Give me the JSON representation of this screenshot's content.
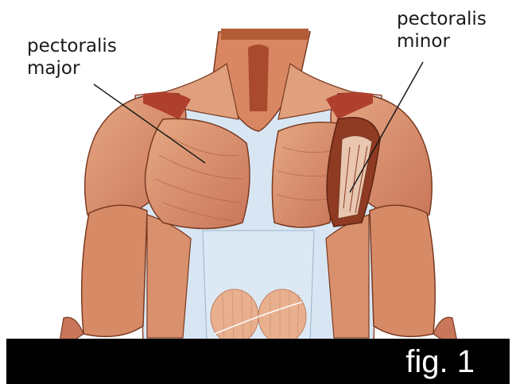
{
  "labels": {
    "major": [
      "pectoralis",
      "major"
    ],
    "minor": [
      "pectoralis",
      "minor"
    ]
  },
  "caption": "fig. 1",
  "colors": {
    "muscle": "#cf7f5e",
    "muscle_light": "#e3a481",
    "muscle_dark": "#9a4a2e",
    "tendon": "#d6e4f2",
    "caption_bg": "#000000",
    "caption_text": "#ffffff"
  }
}
